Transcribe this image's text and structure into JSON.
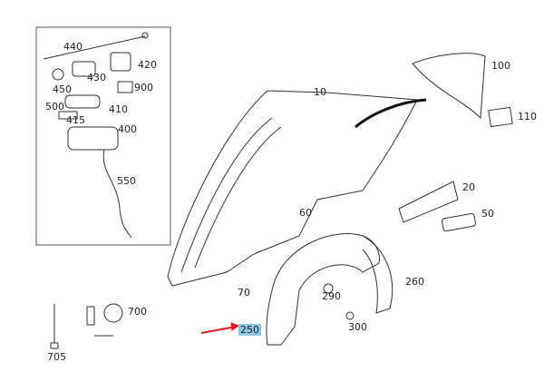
{
  "labels": {
    "p440": "440",
    "p420": "420",
    "p430": "430",
    "p450": "450",
    "p900": "900",
    "p500": "500",
    "p415": "415",
    "p410": "410",
    "p400": "400",
    "p550": "550",
    "p10": "10",
    "p100": "100",
    "p110": "110",
    "p20": "20",
    "p50": "50",
    "p60": "60",
    "p70": "70",
    "p260": "260",
    "p290": "290",
    "p300": "300",
    "p250": "250",
    "p700": "700",
    "p705": "705"
  },
  "highlight_color": "#8cc8e6",
  "arrow_color": "#e02020"
}
